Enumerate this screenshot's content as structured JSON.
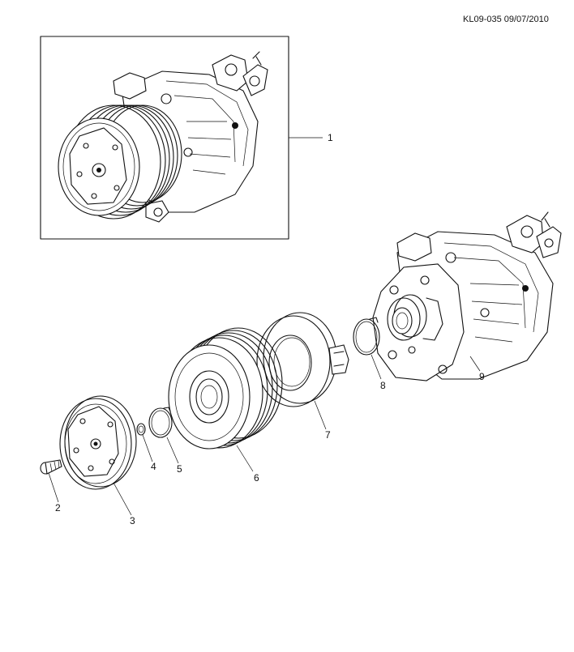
{
  "drawing_id": "KL09-035 09/07/2010",
  "callouts": [
    {
      "label": "1",
      "part": "compressor-assembly"
    },
    {
      "label": "2",
      "part": "bolt"
    },
    {
      "label": "3",
      "part": "clutch-plate"
    },
    {
      "label": "4",
      "part": "shim"
    },
    {
      "label": "5",
      "part": "snap-ring"
    },
    {
      "label": "6",
      "part": "pulley"
    },
    {
      "label": "7",
      "part": "clutch-coil"
    },
    {
      "label": "8",
      "part": "retaining-ring"
    },
    {
      "label": "9",
      "part": "compressor-body"
    }
  ]
}
